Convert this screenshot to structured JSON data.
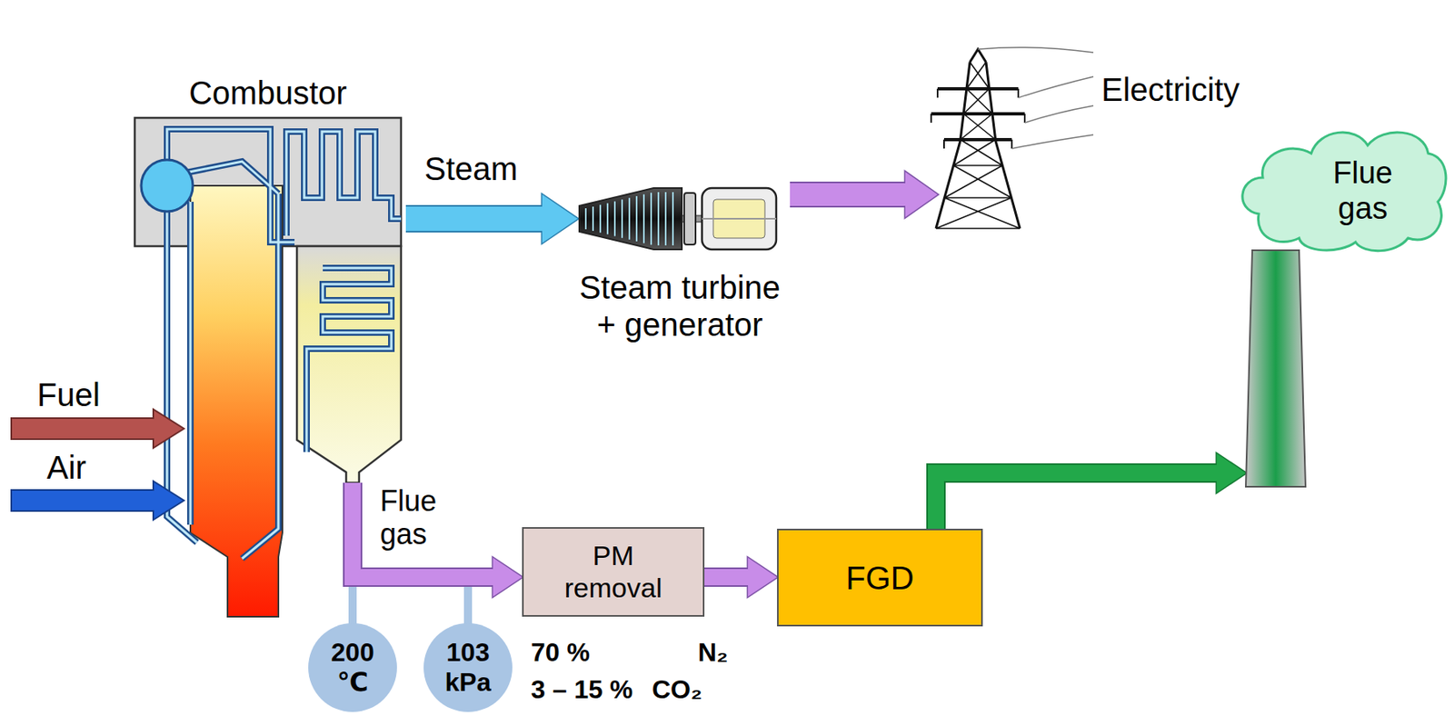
{
  "diagram": {
    "nodes": [
      {
        "text": [
          "Combustor"
        ]
      },
      {
        "text": [
          "Steam turbine + generator"
        ]
      },
      {
        "text": [
          "Electricity"
        ]
      },
      {
        "text": [
          "Flue gas"
        ]
      },
      {
        "text": [
          "PM removal"
        ]
      },
      {
        "text": [
          "FGD"
        ]
      },
      {
        "text": [
          "200 ℃"
        ]
      },
      {
        "text": [
          "103 kPa"
        ]
      }
    ],
    "edges": [
      {
        "from": 0,
        "to": 1,
        "arrow": "to",
        "label": "Steam"
      },
      {
        "from": 1,
        "to": 2,
        "arrow": "to"
      },
      {
        "from": 0,
        "to": 4,
        "arrow": "to",
        "label": "Flue gas"
      },
      {
        "from": 4,
        "to": 5,
        "arrow": "to"
      },
      {
        "from": 5,
        "to": 3,
        "arrow": "to"
      }
    ],
    "labels": [
      "Fuel",
      "Air",
      "70 %",
      "N₂",
      "3 – 15 %",
      "CO₂"
    ]
  }
}
